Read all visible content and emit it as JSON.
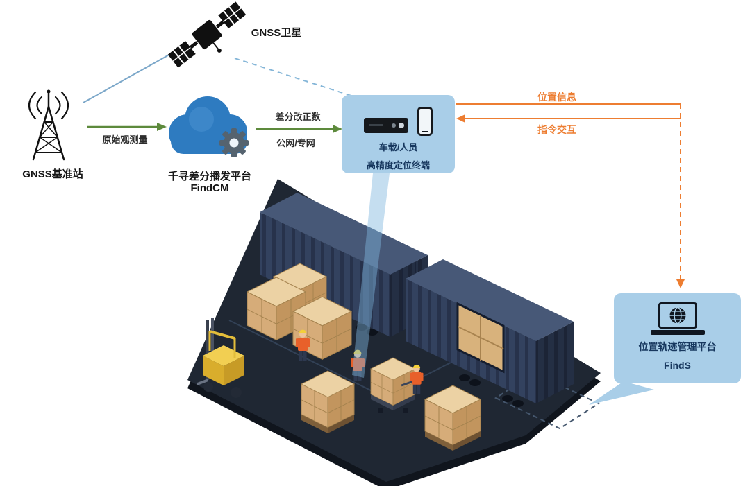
{
  "nodes": {
    "satellite": {
      "label": "GNSS卫星"
    },
    "base_station": {
      "label": "GNSS基准站"
    },
    "cloud_platform": {
      "name": "千寻差分播发平台",
      "product": "FindCM"
    },
    "terminal": {
      "line1": "车载/人员",
      "line2": "高精度定位终端"
    },
    "management_platform": {
      "name": "位置轨迹管理平台",
      "product": "FindS"
    }
  },
  "links": {
    "raw_observation": {
      "label": "原始观测量"
    },
    "correction": {
      "line1": "差分改正数",
      "line2": "公网/专网"
    },
    "position_info": {
      "label": "位置信息"
    },
    "command": {
      "label": "指令交互"
    }
  },
  "colors": {
    "panel_blue": "#a9cee8",
    "label_navy": "#17375e",
    "arrow_green": "#5d8a3c",
    "arrow_orange": "#ed7d31",
    "link_blue": "#7ba7c9",
    "cloud_blue": "#2e7bc0",
    "gear_gray": "#55636f",
    "container_navy": "#2f3c5a",
    "ground_dark": "#1f2733",
    "carton_tan": "#d6ac79",
    "forklift_yellow": "#f2cf52",
    "vest_orange": "#e8602a"
  }
}
